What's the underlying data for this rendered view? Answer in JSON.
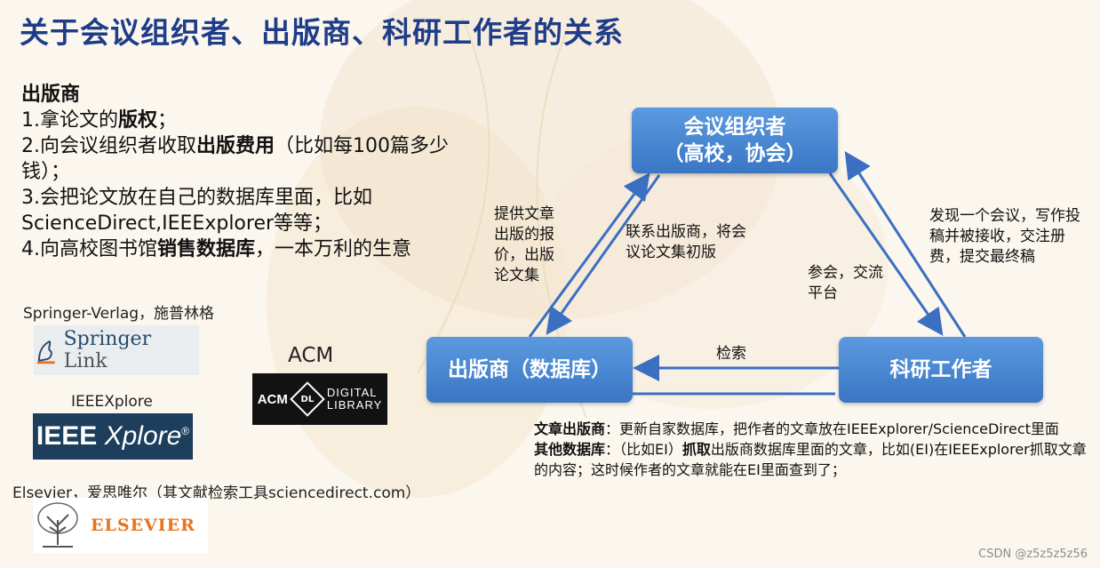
{
  "title": "关于会议组织者、出版商、科研工作者的关系",
  "publisher_notes": {
    "heading": "出版商",
    "line1_pre": "1.拿论文的",
    "line1_bold": "版权",
    "line1_post": "；",
    "line2_pre": "2.向会议组织者收取",
    "line2_bold": "出版费用",
    "line2_post": "（比如每100篇多少钱）；",
    "line3": "3.会把论文放在自己的数据库里面，比如ScienceDirect,IEEExplorer等等；",
    "line4_pre": "4.向高校图书馆",
    "line4_bold": "销售数据库",
    "line4_post": "，一本万利的生意"
  },
  "logos": {
    "springer_label": "Springer-Verlag，施普林格",
    "springer_logo_main": "Springer",
    "springer_logo_link": "Link",
    "ieee_label": "IEEEXplore",
    "ieee_logo_a": "IEEE",
    "ieee_logo_b": "Xplore",
    "ieee_logo_reg": "®",
    "acm_label": "ACM",
    "acm_logo_word": "ACM",
    "acm_logo_dl": "DL",
    "acm_logo_lib1": "DIGITAL",
    "acm_logo_lib2": "LIBRARY",
    "elsevier_label": "Elsevier，爱思唯尔（其文献检索工具sciencedirect.com）",
    "elsevier_logo": "ELSEVIER"
  },
  "nodes": {
    "organizer_line1": "会议组织者",
    "organizer_line2": "（高校，协会）",
    "publisher": "出版商（数据库）",
    "researcher": "科研工作者"
  },
  "edges": {
    "pub_to_org": "提供文章出版的报价，出版论文集",
    "org_to_pub": "联系出版商，将会议论文集初版",
    "org_to_res": "参会，交流平台",
    "res_to_org": "发现一个会议，写作投稿并被接收，交注册费，提交最终稿",
    "res_to_pub": "检索"
  },
  "bottom": {
    "p1_bold": "文章出版商",
    "p1_text": "：更新自家数据库，把作者的文章放在IEEExplorer/ScienceDirect里面",
    "p2_bold": "其他数据库",
    "p2_text1": "：（比如EI）",
    "p2_bold2": "抓取",
    "p2_text2": "出版商数据库里面的文章，比如(EI)在IEEExplorer抓取文章的内容；这时候作者的文章就能在EI里面查到了；"
  },
  "watermark": "CSDN @z5z5z5z56",
  "colors": {
    "title": "#1f3c88",
    "node": "#4a88d4",
    "arrow": "#3a6fc2"
  }
}
